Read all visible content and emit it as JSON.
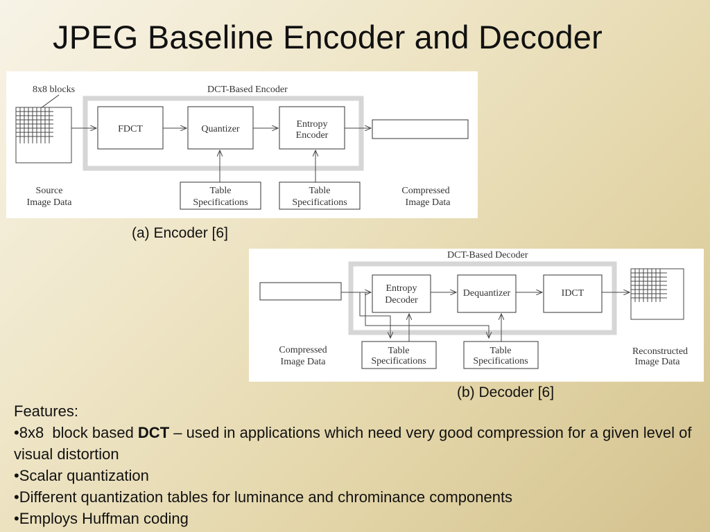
{
  "title": "JPEG Baseline Encoder and Decoder",
  "encoder": {
    "caption": "(a) Encoder [6]",
    "blocks_label": "8x8 blocks",
    "group_label": "DCT-Based Encoder",
    "fdct": "FDCT",
    "quantizer": "Quantizer",
    "entropy_line1": "Entropy",
    "entropy_line2": "Encoder",
    "table_line1": "Table",
    "table_line2": "Specifications",
    "source_line1": "Source",
    "source_line2": "Image Data",
    "compressed_line1": "Compressed",
    "compressed_line2": "Image Data"
  },
  "decoder": {
    "caption": "(b) Decoder [6]",
    "group_label": "DCT-Based Decoder",
    "entropy_line1": "Entropy",
    "entropy_line2": "Decoder",
    "dequantizer": "Dequantizer",
    "idct": "IDCT",
    "table_line1": "Table",
    "table_line2": "Specifications",
    "compressed_line1": "Compressed",
    "compressed_line2": "Image Data",
    "reconstructed_line1": "Reconstructed",
    "reconstructed_line2": "Image Data"
  },
  "features": {
    "heading": "Features:",
    "item1_pre": "•8x8  block based ",
    "item1_bold": "DCT",
    "item1_post": " – used in applications which need very good compression for a given level of visual distortion",
    "item2": "•Scalar quantization",
    "item3": "•Different quantization tables for luminance and chrominance components",
    "item4": "•Employs Huffman coding"
  }
}
